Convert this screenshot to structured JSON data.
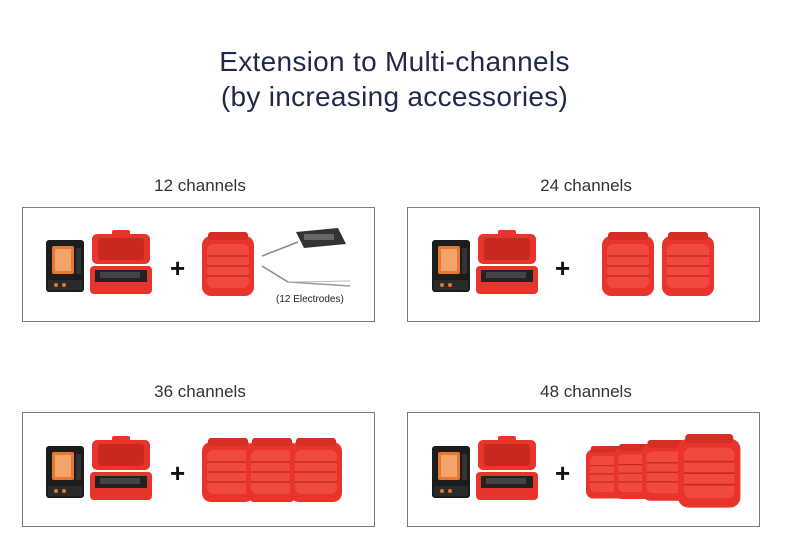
{
  "title_line1": "Extension to Multi-channels",
  "title_line2": "(by increasing accessories)",
  "panels": [
    {
      "label": "12 channels",
      "extra_label": "(12 Electrodes)"
    },
    {
      "label": "24 channels"
    },
    {
      "label": "36 channels"
    },
    {
      "label": "48 channels"
    }
  ],
  "plus_symbol": "+",
  "colors": {
    "case_red": "#e8342a",
    "device_black": "#1c1c1c",
    "device_orange": "#e87830",
    "title": "#1f2a4a"
  }
}
